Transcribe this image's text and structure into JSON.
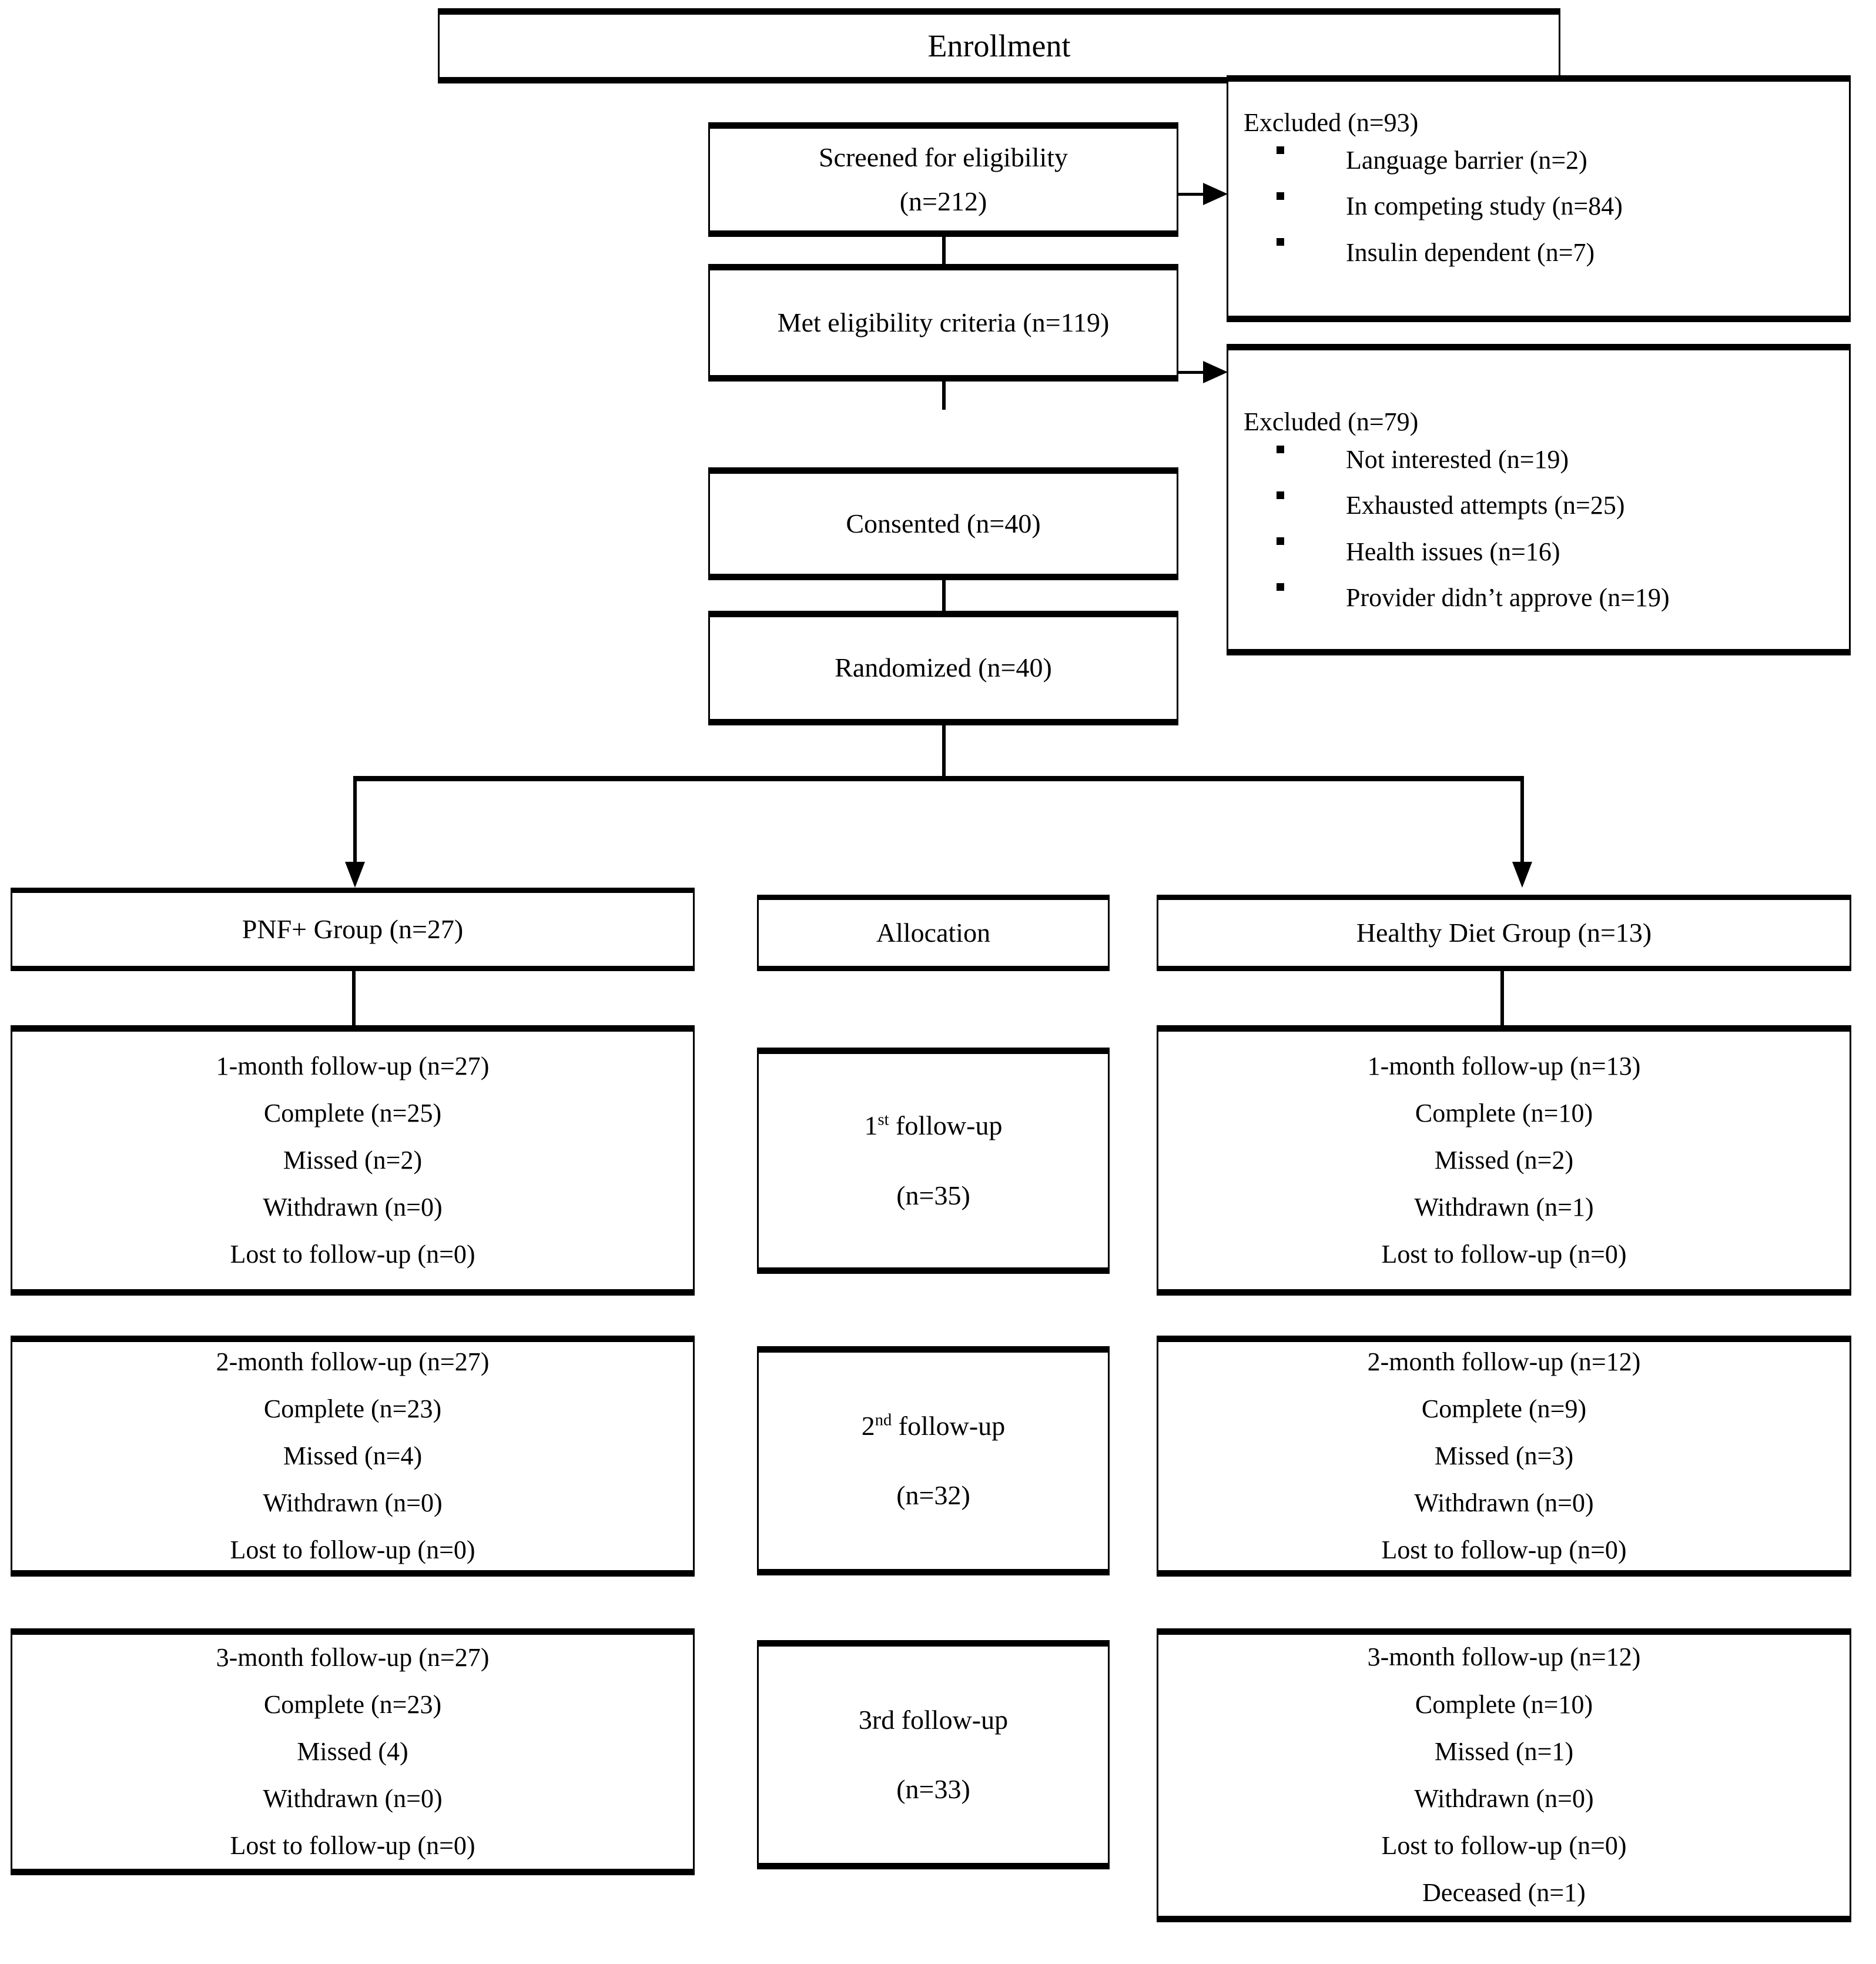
{
  "diagram": {
    "title": "CONSORT participant flow diagram",
    "enrollment_header": "Enrollment",
    "allocation_header": "Allocation",
    "enrollment": {
      "screened": {
        "line1": "Screened for eligibility",
        "line2": "(n=212)"
      },
      "eligible": {
        "line1": "Met eligibility criteria (n=119)"
      },
      "consented": {
        "line1": "Consented (n=40)"
      },
      "randomized": {
        "line1": "Randomized (n=40)"
      }
    },
    "excluded_1": {
      "heading": "Excluded (n=93)",
      "reasons": [
        "Language barrier (n=2)",
        "In competing study (n=84)",
        "Insulin dependent (n=7)"
      ]
    },
    "excluded_2": {
      "heading": "Excluded (n=79)",
      "reasons": [
        "Not interested (n=19)",
        "Exhausted attempts (n=25)",
        "Health issues (n=16)",
        "Provider didn’t approve (n=19)"
      ]
    },
    "groups": {
      "intervention": "PNF+ Group (n=27)",
      "control": "Healthy Diet Group (n=13)"
    },
    "followups": [
      {
        "middle": {
          "ordinal": "1",
          "ordinal_suffix": "st",
          "label": " follow-up",
          "count": "(n=35)"
        },
        "intervention": {
          "title": "1-month follow-up (n=27)",
          "complete": "Complete (n=25)",
          "missed": "Missed (n=2)",
          "withdrawn": "Withdrawn (n=0)",
          "lost": "Lost to follow-up (n=0)"
        },
        "control": {
          "title": "1-month follow-up (n=13)",
          "complete": "Complete (n=10)",
          "missed": "Missed (n=2)",
          "withdrawn": "Withdrawn (n=1)",
          "lost": "Lost to follow-up (n=0)"
        }
      },
      {
        "middle": {
          "ordinal": "2",
          "ordinal_suffix": "nd",
          "label": " follow-up",
          "count": "(n=32)"
        },
        "intervention": {
          "title": "2-month follow-up (n=27)",
          "complete": "Complete (n=23)",
          "missed": "Missed (n=4)",
          "withdrawn": "Withdrawn (n=0)",
          "lost": "Lost to follow-up (n=0)"
        },
        "control": {
          "title": "2-month follow-up (n=12)",
          "complete": "Complete (n=9)",
          "missed": "Missed (n=3)",
          "withdrawn": "Withdrawn (n=0)",
          "lost": "Lost to follow-up (n=0)"
        }
      },
      {
        "middle": {
          "ordinal": "3rd",
          "ordinal_suffix": "",
          "label": " follow-up",
          "count": "(n=33)"
        },
        "intervention": {
          "title": "3-month follow-up (n=27)",
          "complete": "Complete (n=23)",
          "missed": "Missed (4)",
          "withdrawn": "Withdrawn (n=0)",
          "lost": "Lost to follow-up (n=0)"
        },
        "control": {
          "title": "3-month follow-up (n=12)",
          "complete": "Complete (n=10)",
          "missed": "Missed (n=1)",
          "withdrawn": "Withdrawn (n=0)",
          "lost": "Lost to follow-up (n=0)",
          "deceased": "Deceased (n=1)"
        }
      }
    ]
  }
}
